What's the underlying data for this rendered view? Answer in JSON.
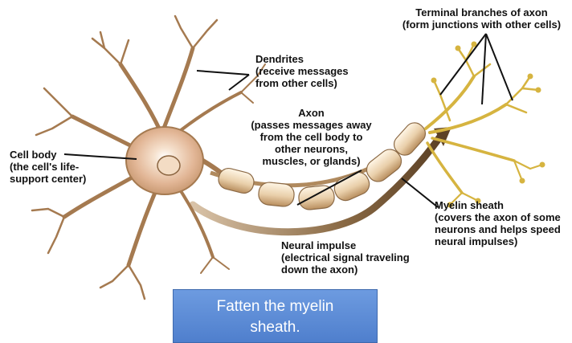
{
  "labels": {
    "terminal": {
      "title": "Terminal branches of axon",
      "sub": "(form junctions with other cells)"
    },
    "dendrites": {
      "title": "Dendrites",
      "sub1": "(receive messages",
      "sub2": "from other cells)"
    },
    "axon": {
      "title": "Axon",
      "sub1": "(passes messages away",
      "sub2": "from the cell body to",
      "sub3": "other neurons,",
      "sub4": "muscles, or glands)"
    },
    "cellbody": {
      "title": "Cell body",
      "sub1": "(the cell's life-",
      "sub2": "support center)"
    },
    "myelin": {
      "title": "Myelin sheath",
      "sub1": "(covers the axon of some",
      "sub2": "neurons and helps speed",
      "sub3": "neural impulses)"
    },
    "impulse": {
      "title": "Neural impulse",
      "sub1": "(electrical signal traveling",
      "sub2": "down the axon)"
    }
  },
  "caption": {
    "line1": "Fatten the myelin",
    "line2": "sheath."
  }
}
